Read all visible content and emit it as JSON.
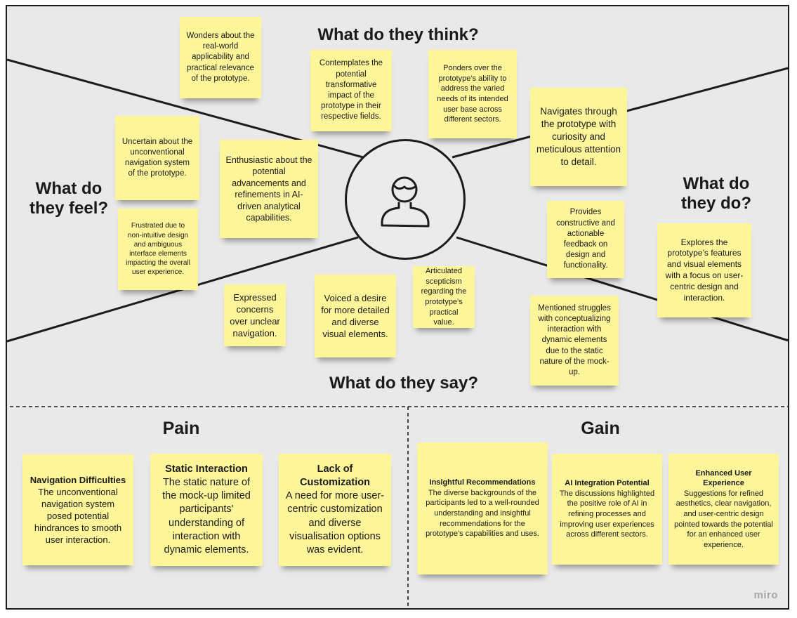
{
  "headings": {
    "think": "What do they think?",
    "feel_line1": "What do",
    "feel_line2": "they feel?",
    "do_line1": "What do",
    "do_line2": "they do?",
    "say": "What do they say?",
    "pain": "Pain",
    "gain": "Gain"
  },
  "notes": {
    "think_applicability": "Wonders about the real-world applicability and practical relevance of the prototype.",
    "think_transformative": "Contemplates the potential transformative impact of the prototype in their respective fields.",
    "think_needs": "Ponders over the prototype’s ability to address the varied needs of its intended user base across different sectors.",
    "feel_uncertain": "Uncertain about the unconventional navigation system of the prototype.",
    "feel_enthusiastic": "Enthusiastic about the potential advancements and refinements in AI-driven analytical capabilities.",
    "feel_frustrated": "Frustrated due to non-intuitive design and ambiguous interface elements impacting the overall user experience.",
    "do_navigates": "Navigates through the prototype with curiosity and meticulous attention to detail.",
    "do_feedback": "Provides constructive and actionable feedback on design and functionality.",
    "do_explores": "Explores the prototype’s features and visual elements with a focus on user-centric design and interaction.",
    "do_struggles": "Mentioned struggles with conceptualizing interaction with dynamic elements due to the static nature of the mock-up.",
    "say_concerns": "Expressed concerns over unclear navigation.",
    "say_desire": "Voiced a desire for more detailed and diverse visual elements.",
    "say_scepticism": "Articulated scepticism regarding the prototype’s practical value."
  },
  "pain_notes": [
    {
      "title": "Navigation Difficulties",
      "body": "The unconventional navigation system posed potential hindrances to smooth user interaction."
    },
    {
      "title": "Static Interaction",
      "body": "The static nature of the mock-up limited participants' understanding of interaction with dynamic elements."
    },
    {
      "title": "Lack of Customization",
      "body": "A need for more user-centric customization and diverse visualisation options was evident."
    }
  ],
  "gain_notes": [
    {
      "title": "Insightful Recommendations",
      "body": "The diverse backgrounds of the participants led to a well-rounded understanding and insightful  recommendations for the prototype’s capabilities and uses."
    },
    {
      "title": "AI Integration Potential",
      "body": "The discussions highlighted the positive role of AI in refining processes and improving user experiences across different sectors."
    },
    {
      "title": "Enhanced User Experience",
      "body": "Suggestions for refined aesthetics, clear navigation, and user-centric design pointed towards  the potential for an enhanced user experience."
    }
  ],
  "icons": {
    "center": "user-icon"
  },
  "colors": {
    "sticky_note": "#fdf59a",
    "board_background": "#e9e9e9",
    "border": "#1c1c1c"
  },
  "watermark": "miro"
}
